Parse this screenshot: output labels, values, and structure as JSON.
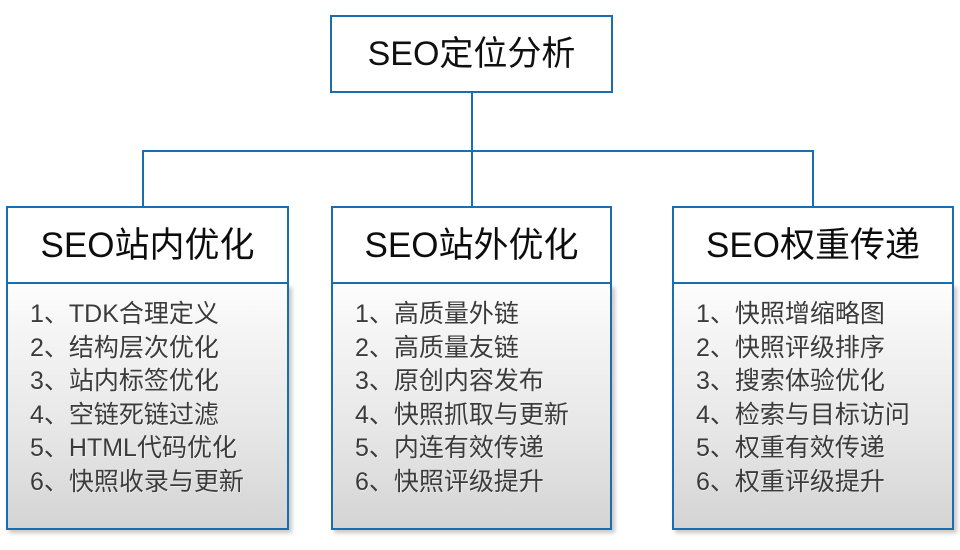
{
  "diagram": {
    "type": "org-chart",
    "accent_color": "#1a6eb0",
    "header_text_color": "#0d0d0d",
    "list_text_color": "#3b3b3b",
    "background_color": "#ffffff",
    "root": {
      "title": "SEO定位分析"
    },
    "columns": [
      {
        "title": "SEO站内优化",
        "items": [
          {
            "num": "1、",
            "text": "TDK合理定义"
          },
          {
            "num": "2、",
            "text": "结构层次优化"
          },
          {
            "num": "3、",
            "text": "站内标签优化"
          },
          {
            "num": "4、",
            "text": "空链死链过滤"
          },
          {
            "num": "5、",
            "text": "HTML代码优化"
          },
          {
            "num": "6、",
            "text": "快照收录与更新"
          }
        ]
      },
      {
        "title": "SEO站外优化",
        "items": [
          {
            "num": "1、",
            "text": "高质量外链"
          },
          {
            "num": "2、",
            "text": "高质量友链"
          },
          {
            "num": "3、",
            "text": "原创内容发布"
          },
          {
            "num": "4、",
            "text": "快照抓取与更新"
          },
          {
            "num": "5、",
            "text": "内连有效传递"
          },
          {
            "num": "6、",
            "text": "快照评级提升"
          }
        ]
      },
      {
        "title": "SEO权重传递",
        "items": [
          {
            "num": "1、",
            "text": "快照增缩略图"
          },
          {
            "num": "2、",
            "text": "快照评级排序"
          },
          {
            "num": "3、",
            "text": "搜索体验优化"
          },
          {
            "num": "4、",
            "text": "检索与目标访问"
          },
          {
            "num": "5、",
            "text": "权重有效传递"
          },
          {
            "num": "6、",
            "text": "权重评级提升"
          }
        ]
      }
    ]
  }
}
